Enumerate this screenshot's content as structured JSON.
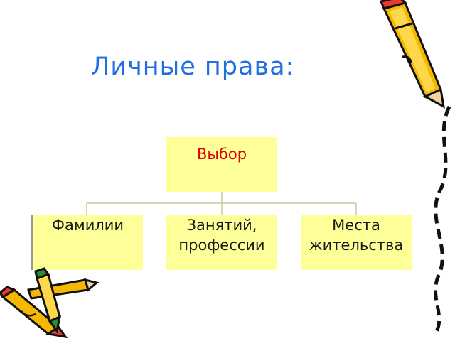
{
  "title": "Личные  права:",
  "diagram": {
    "root": "Выбор",
    "children": [
      {
        "line1": "Фамилии",
        "line2": ""
      },
      {
        "line1": "Занятий,",
        "line2": "профессии"
      },
      {
        "line1": "Места",
        "line2": "жительства"
      }
    ]
  },
  "colors": {
    "title": "#1f6fe0",
    "box_fill": "#ffff99",
    "root_text": "#e00000",
    "connector": "#c8c8a0"
  },
  "icons": [
    "pencil-icon",
    "crayons-icon",
    "dashed-squiggle-line"
  ]
}
